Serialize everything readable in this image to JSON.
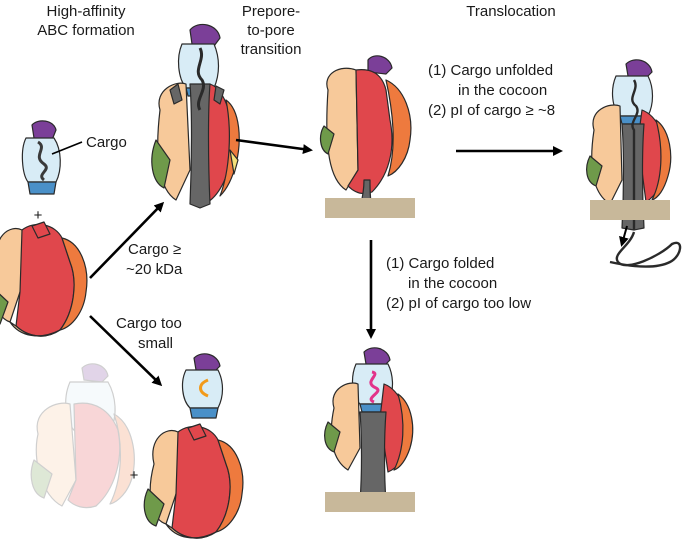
{
  "headings": {
    "abc_formation": [
      "High-affinity",
      "ABC formation"
    ],
    "prepore": [
      "Prepore-",
      "to-pore",
      "transition"
    ],
    "translocation": "Translocation"
  },
  "labels": {
    "cargo": "Cargo",
    "plus": "+",
    "cargo_large": [
      "Cargo ≥",
      "~20 kDa"
    ],
    "cargo_small": [
      "Cargo too",
      "small"
    ],
    "unfolded_cond": [
      "(1) Cargo unfolded",
      "in the cocoon",
      "(2) pI of cargo ≥ ~8"
    ],
    "folded_cond": [
      "(1) Cargo folded",
      "in the cocoon",
      "(2) pI of cargo too low"
    ]
  },
  "colors": {
    "purple": "#7b3f98",
    "light_blue": "#d8ecf6",
    "mid_blue": "#4a90c8",
    "gray": "#666666",
    "red": "#e0474c",
    "orange": "#ee7a3e",
    "peach": "#f7c99a",
    "green": "#6f9a4a",
    "yellow": "#f4e07a",
    "membrane": "#c8b89a",
    "magenta": "#e2338a",
    "amber": "#f29a1a"
  }
}
